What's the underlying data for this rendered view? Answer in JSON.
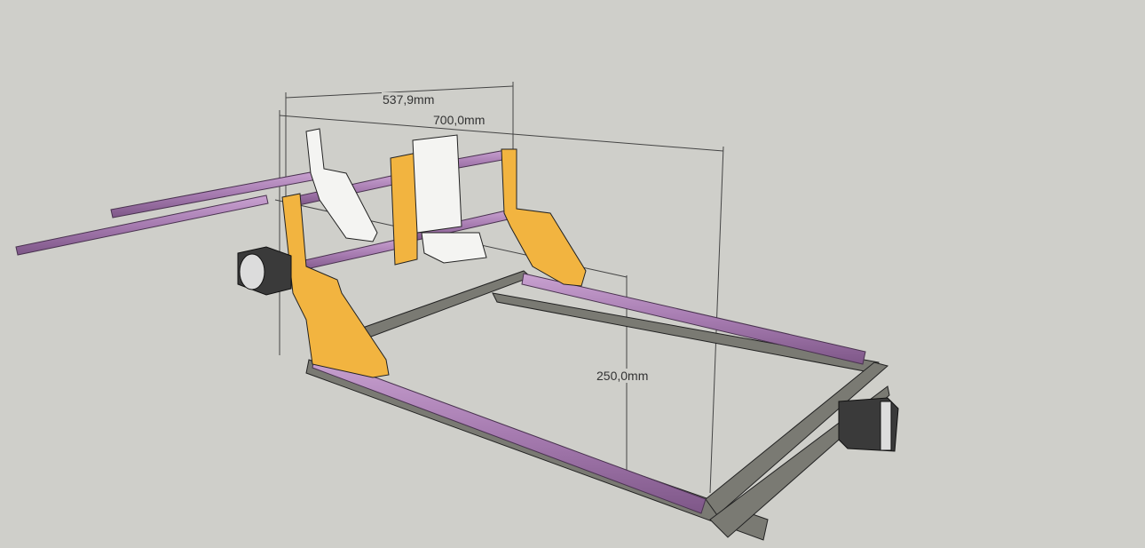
{
  "dimensions": {
    "width_inner": "537,9mm",
    "width_outer": "700,0mm",
    "height": "250,0mm"
  },
  "colors": {
    "background": "#cfcfca",
    "rod": "#a67bb0",
    "bracket": "#f2b440",
    "frame": "#6e6e68",
    "carriage": "#f2f2f2",
    "motor": "#3a3a3a"
  }
}
